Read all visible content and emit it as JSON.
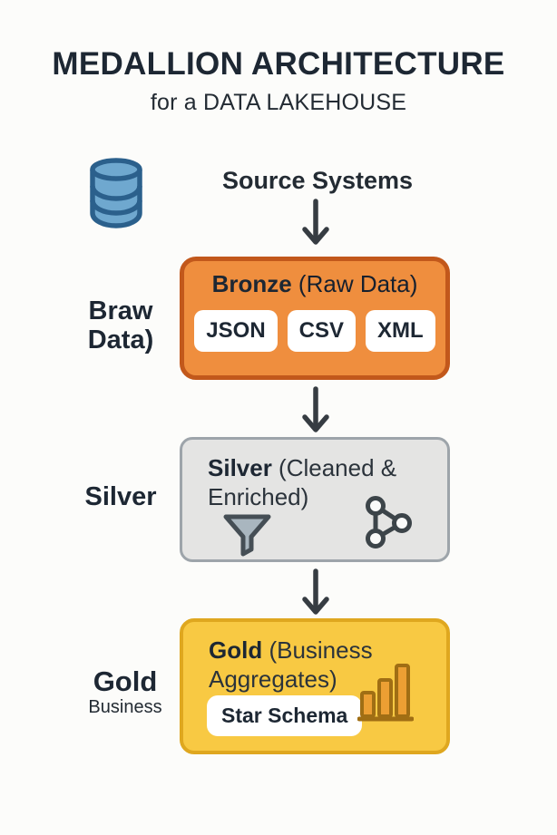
{
  "canvas": {
    "bg": "#FCFCFA",
    "text_dark": "#1D2733",
    "arrow_color": "#363C42"
  },
  "header": {
    "title": "MEDALLION ARCHITECTURE",
    "subtitle": "for a DATA LAKEHOUSE"
  },
  "source": {
    "label": "Source Systems",
    "icon": "database-icon",
    "icon_fill": "#6FA8CF",
    "icon_stroke": "#2B608C"
  },
  "flow_icon": "down-arrow-icon",
  "layers": [
    {
      "id": "bronze",
      "side_label_line1": "Braw",
      "side_label_line2": "Data)",
      "title_strong": "Bronze",
      "title_rest": " (Raw Data)",
      "chips": [
        "JSON",
        "CSV",
        "XML"
      ],
      "box_fill": "#EF8E3E",
      "box_border": "#C2581B"
    },
    {
      "id": "silver",
      "side_label_line1": "Silver",
      "title_strong": "Silver",
      "title_rest": " (Cleaned & Enriched)",
      "icons": [
        "funnel-icon",
        "network-graph-icon"
      ],
      "box_fill": "#E4E4E3",
      "box_border": "#9DA4AA",
      "funnel_fill": "#A9B6BF",
      "icon_stroke": "#454E55"
    },
    {
      "id": "gold",
      "side_label_line1": "Gold",
      "side_label_line2": "Business",
      "title_strong": "Gold",
      "title_rest": " (Business Aggregates)",
      "chips": [
        "Star Schema"
      ],
      "icons": [
        "bar-chart-icon"
      ],
      "box_fill": "#F8C943",
      "box_border": "#DFA71F",
      "bar_fill": "#EC9F33",
      "bar_stroke": "#A06E14"
    }
  ]
}
